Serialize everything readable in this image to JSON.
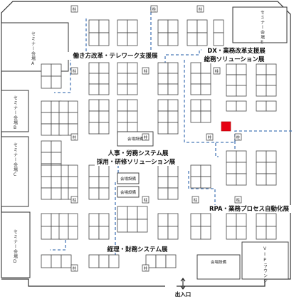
{
  "colors": {
    "wall": "#333333",
    "booth": "#444444",
    "route": "#4a7ab8",
    "highlight": "#e60012",
    "label_bg": "#ffffff"
  },
  "zones": {
    "hatarakikata": "働き方改革・テレワーク支援展",
    "dx_1": "DX・業務改革支援展",
    "dx_2": "総務ソリューション展",
    "jinji_1": "人事・労務システム展",
    "jinji_2": "採用・研修ソリューション展",
    "rpa": "RPA・業務プロセス自動化展",
    "keiri": "経理・財務システム展"
  },
  "seminars": {
    "a": "セミナー会場A",
    "b": "セミナー会場B",
    "c": "セミナー会場C",
    "d": "セミナー会場D",
    "e": "セミナー会場E"
  },
  "facilities": {
    "kaijo_setsubi": "会場設備",
    "vip": "VIPラウンジ",
    "exit": "出入口",
    "pillar": "柱"
  }
}
